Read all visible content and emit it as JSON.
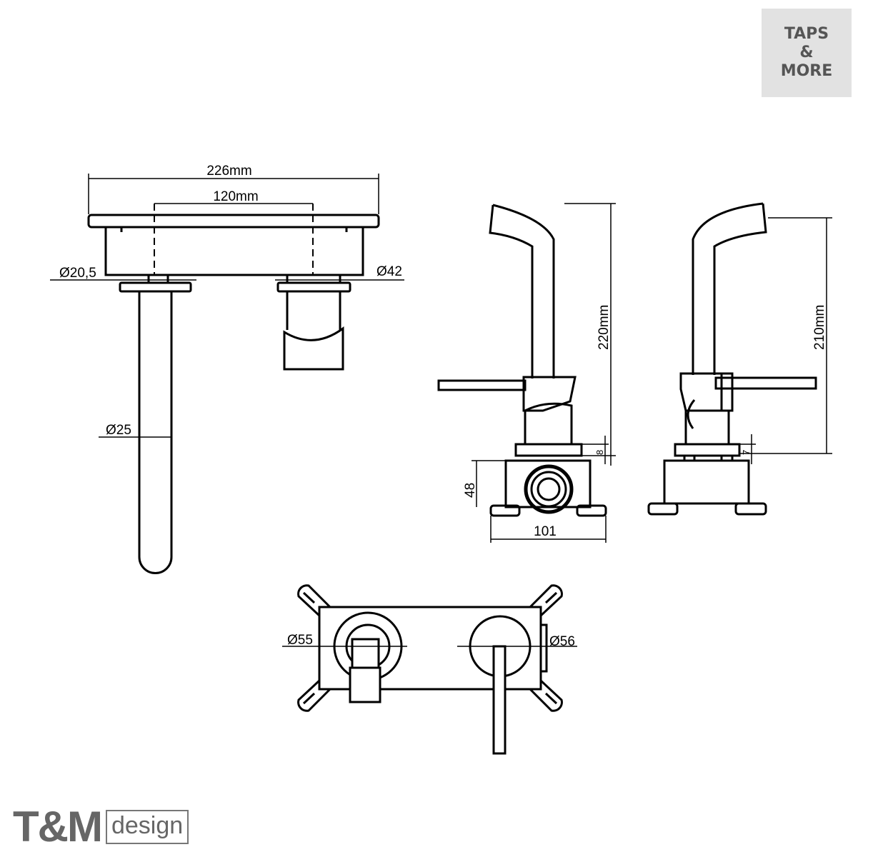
{
  "brand_badge": {
    "line1": "TAPS",
    "line2": "&",
    "line3": "MORE"
  },
  "footer_logo": {
    "mark": "T&M",
    "word": "design"
  },
  "front_view": {
    "overall_width": "226mm",
    "centers": "120mm",
    "spout_flange_dia": "Ø20,5",
    "mixer_flange_dia": "Ø42",
    "spout_dia": "Ø25"
  },
  "side_view_left": {
    "height": "220mm",
    "flange": "8",
    "box_height": "48",
    "box_width": "101"
  },
  "side_view_right": {
    "height": "210mm",
    "flange": "7"
  },
  "top_view": {
    "spout_cover_dia": "Ø55",
    "mixer_cover_dia": "Ø56"
  }
}
